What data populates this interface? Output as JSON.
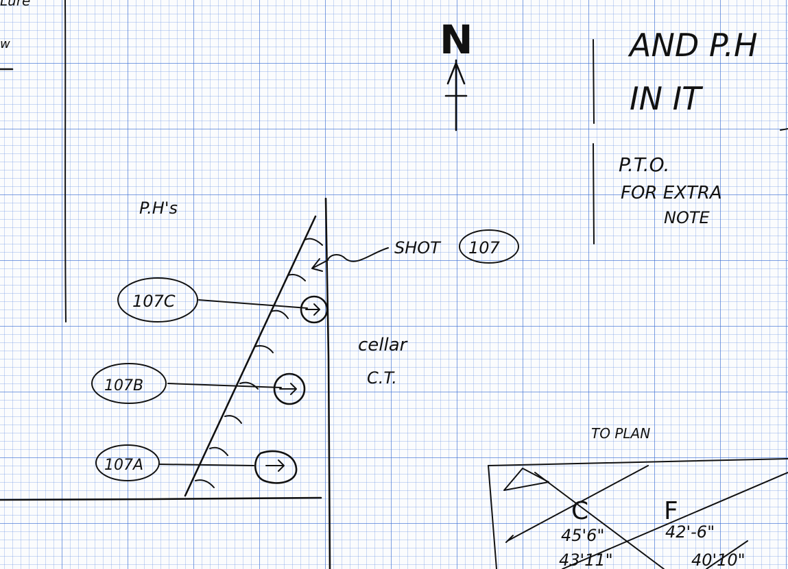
{
  "top_left_fragment": "Lure",
  "left_fragment_w": "w",
  "north_label": "N",
  "note_line1": "AND P.H",
  "note_line2": "IN IT",
  "pto_line1": "P.T.O.",
  "pto_line2": "FOR EXTRA",
  "pto_line3": "NOTE",
  "ph_label": "P.H's",
  "shot_label": "SHOT",
  "shot_number": "107",
  "sample_c": "107C",
  "sample_b": "107B",
  "sample_a": "107A",
  "fill_label_1": "cellar",
  "fill_label_2": "C.T.",
  "plan_title": "TO PLAN",
  "plan_c": "C",
  "plan_f": "F",
  "plan_val_1": "45'6\"",
  "plan_val_2": "42'-6\"",
  "plan_val_3": "43'11\"",
  "plan_val_4": "40'10\""
}
